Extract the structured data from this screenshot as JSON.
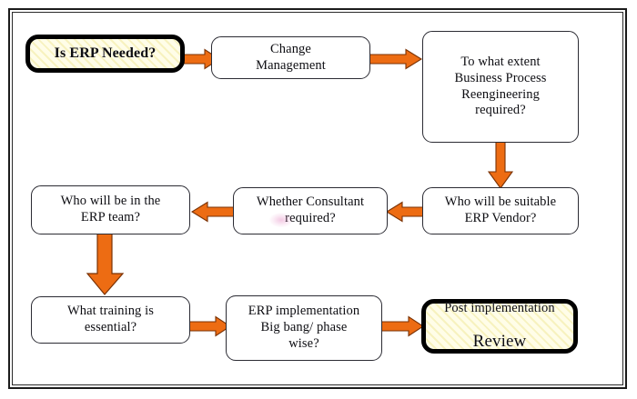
{
  "diagram": {
    "title": "ERP implementation decision flowchart",
    "frame": {
      "style": "double-line-rectangle"
    },
    "colors": {
      "arrow_fill": "#ED6C13",
      "arrow_stroke": "#7a3205",
      "node_border": "#2b2b33",
      "emphasis_border": "#000000",
      "emphasis_fill": "#fdfbe2",
      "emphasis_hatch": "#f7f2bf",
      "node_fill": "#ffffff",
      "text": "#0d0d12",
      "frame": "#1b1b1b"
    },
    "nodes": [
      {
        "id": "n1",
        "label": "Is ERP Needed?",
        "emphasis": true,
        "row": 1
      },
      {
        "id": "n2",
        "label": "Change\nManagement",
        "emphasis": false,
        "row": 1
      },
      {
        "id": "n3",
        "label": "To what extent\nBusiness Process\nReengineering\nrequired?",
        "emphasis": false,
        "row": 1
      },
      {
        "id": "n4",
        "label": "Who will be suitable\nERP Vendor?",
        "emphasis": false,
        "row": 2
      },
      {
        "id": "n5",
        "label": "Whether Consultant\nrequired?",
        "emphasis": false,
        "row": 2
      },
      {
        "id": "n6",
        "label": "Who will be in the\nERP team?",
        "emphasis": false,
        "row": 2
      },
      {
        "id": "n7",
        "label": "What training is\nessential?",
        "emphasis": false,
        "row": 3
      },
      {
        "id": "n8",
        "label": "ERP implementation\nBig bang/ phase\nwise?",
        "emphasis": false,
        "row": 3
      },
      {
        "id": "n9",
        "label_line1": "Post implementation",
        "label_line2": "Review",
        "emphasis": true,
        "row": 3
      }
    ],
    "edges": [
      {
        "id": "e1",
        "from": "n1",
        "to": "n2",
        "direction": "right"
      },
      {
        "id": "e2",
        "from": "n2",
        "to": "n3",
        "direction": "right"
      },
      {
        "id": "e3",
        "from": "n3",
        "to": "n4",
        "direction": "down"
      },
      {
        "id": "e4",
        "from": "n4",
        "to": "n5",
        "direction": "left"
      },
      {
        "id": "e5",
        "from": "n5",
        "to": "n6",
        "direction": "left"
      },
      {
        "id": "e6",
        "from": "n6",
        "to": "n7",
        "direction": "down"
      },
      {
        "id": "e7",
        "from": "n7",
        "to": "n8",
        "direction": "right"
      },
      {
        "id": "e8",
        "from": "n8",
        "to": "n9",
        "direction": "right"
      }
    ]
  }
}
